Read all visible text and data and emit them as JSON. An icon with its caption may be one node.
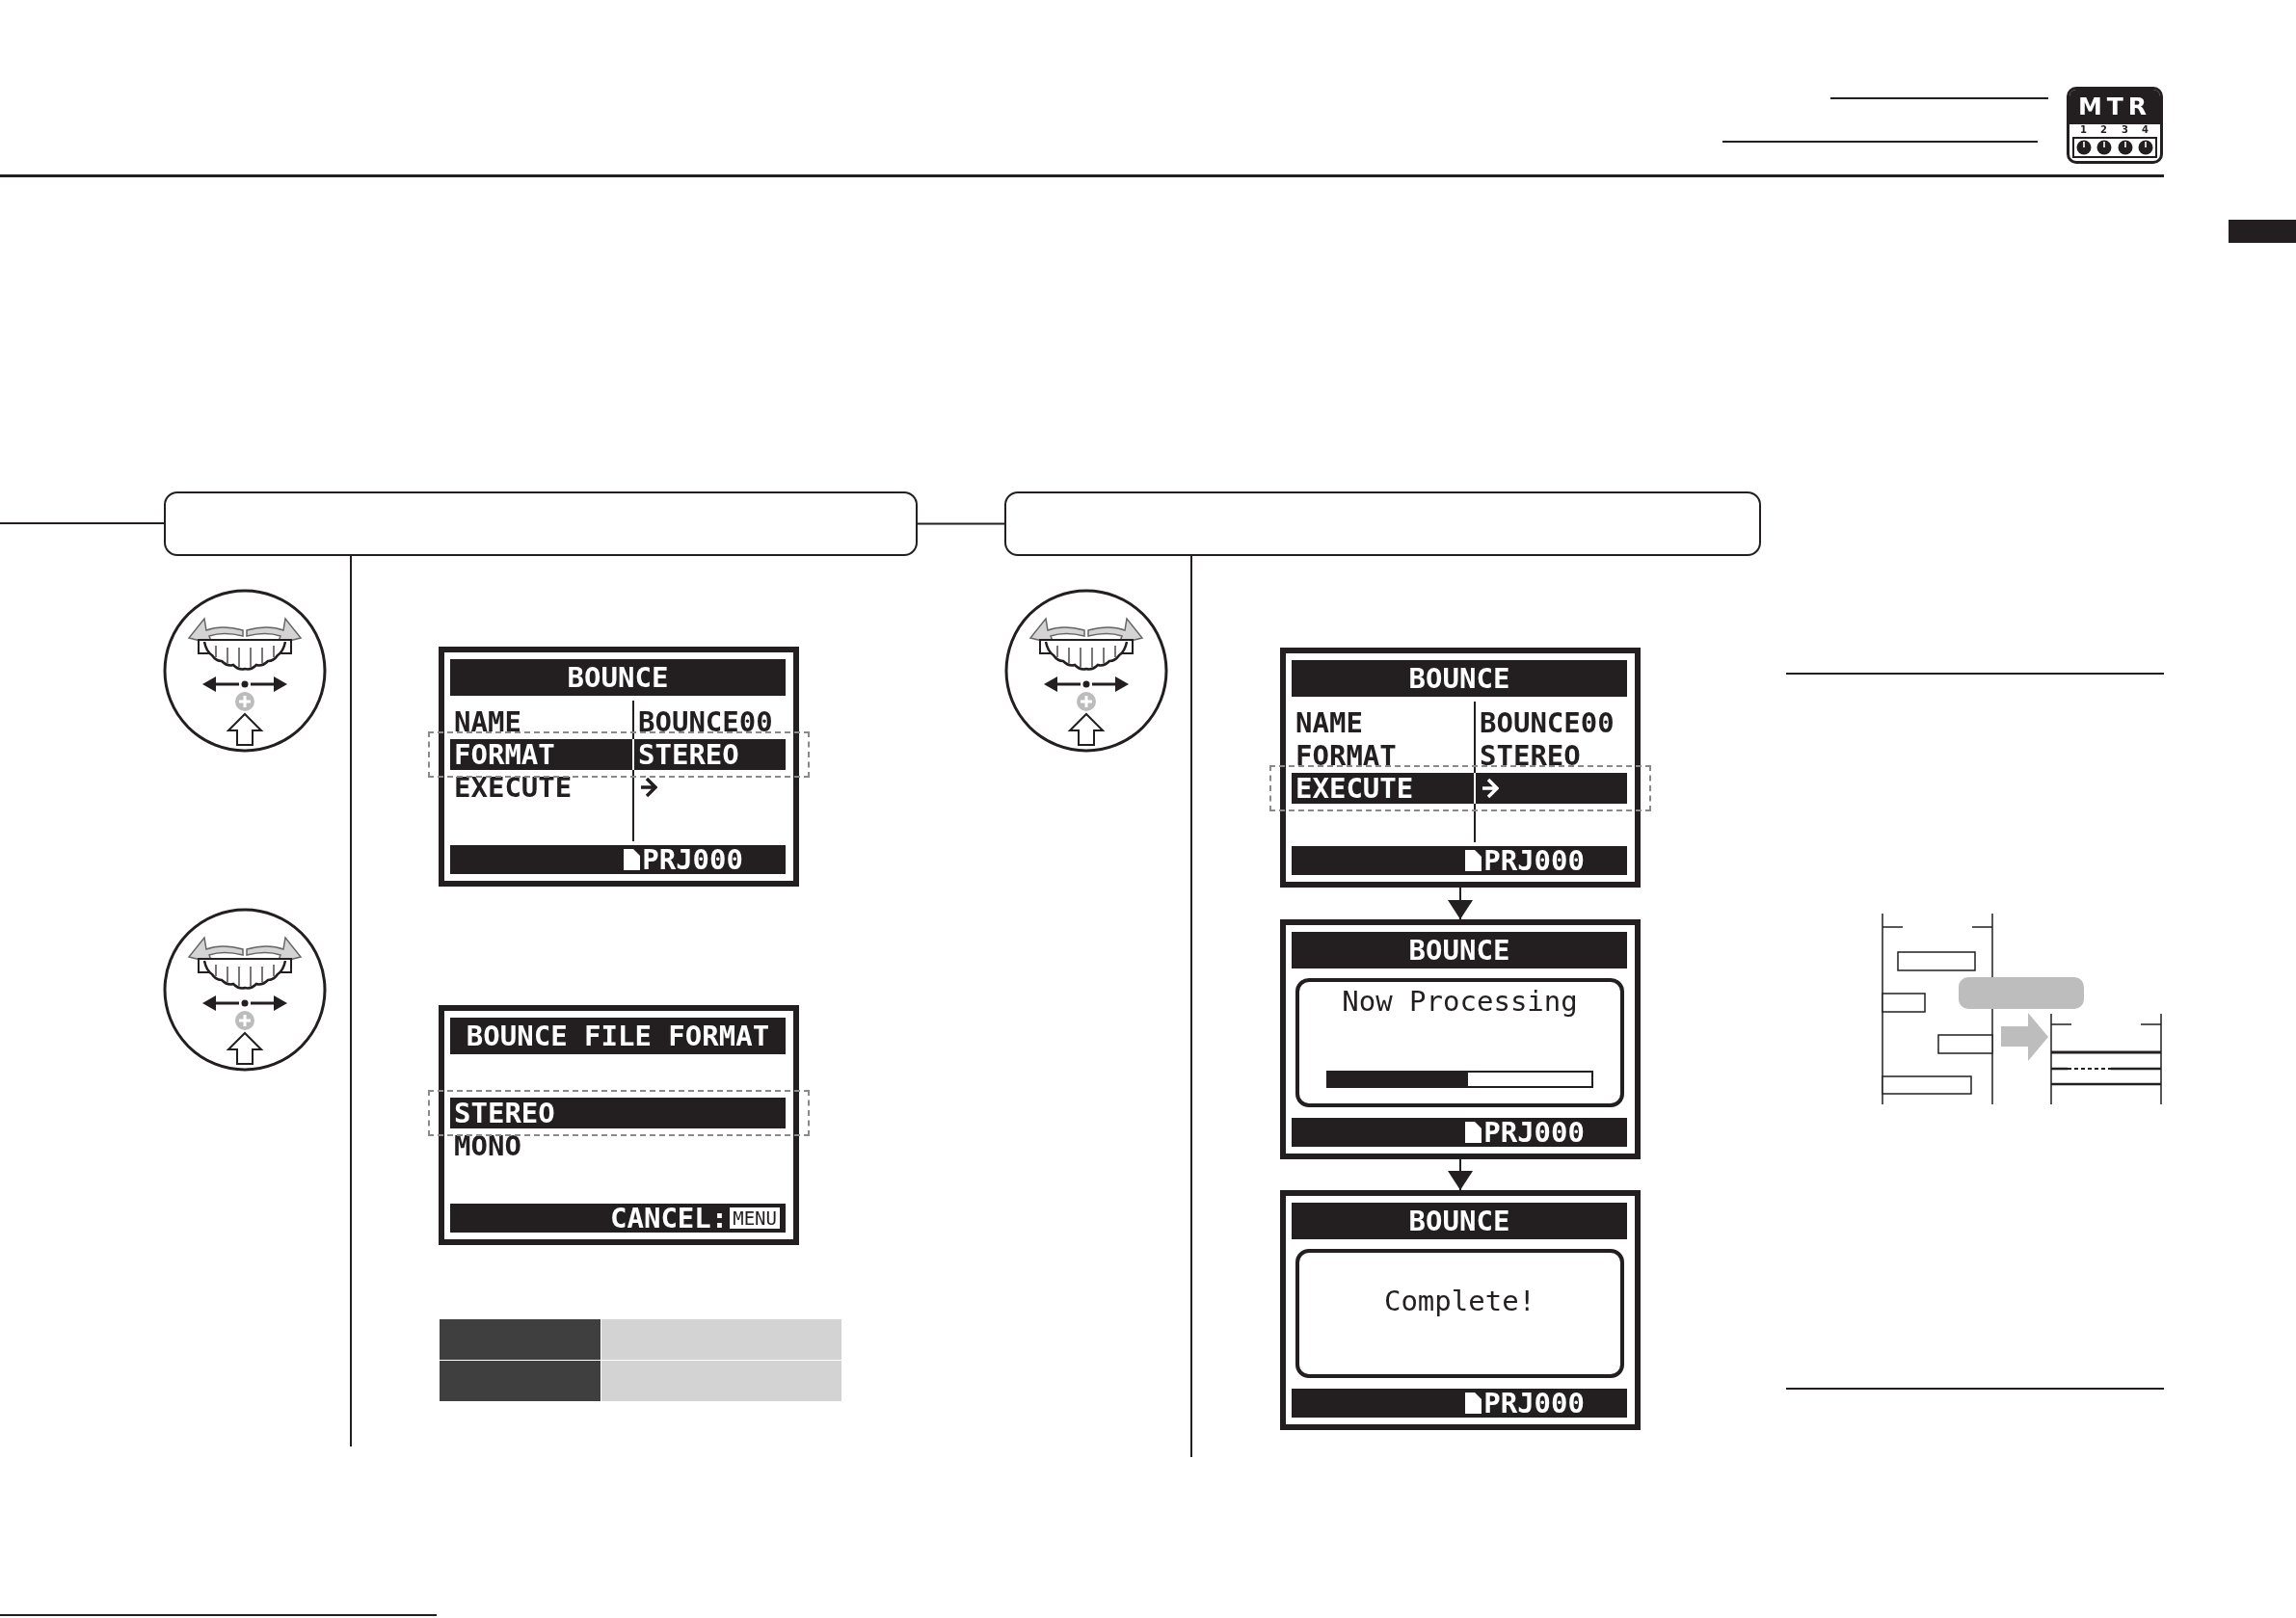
{
  "diagram": {
    "nodes": [
      {
        "text": [],
        "shape": "box"
      },
      {
        "text": [],
        "shape": "box"
      },
      {
        "text": [
          "BOUNCE",
          "NAME",
          "BOUNCE00",
          "FORMAT",
          "STEREO",
          "EXECUTE",
          "PRJ000"
        ]
      },
      {
        "text": [
          "BOUNCE FILE FORMAT",
          "STEREO",
          "MONO",
          "CANCEL:",
          "MENU"
        ]
      },
      {
        "text": [
          "BOUNCE",
          "NAME",
          "BOUNCE00",
          "FORMAT",
          "STEREO",
          "EXECUTE",
          "PRJ000"
        ]
      },
      {
        "text": [
          "BOUNCE",
          "Now Processing",
          "PRJ000"
        ]
      },
      {
        "text": [
          "BOUNCE",
          "Complete!",
          "PRJ000"
        ]
      }
    ],
    "edges": [
      {
        "from": 0,
        "to": 1,
        "arrow": "none"
      },
      {
        "from": 4,
        "to": 5,
        "arrow": "to"
      },
      {
        "from": 5,
        "to": 6,
        "arrow": "to"
      }
    ],
    "labels": [
      "MTR",
      "1",
      "2",
      "3",
      "4"
    ]
  }
}
